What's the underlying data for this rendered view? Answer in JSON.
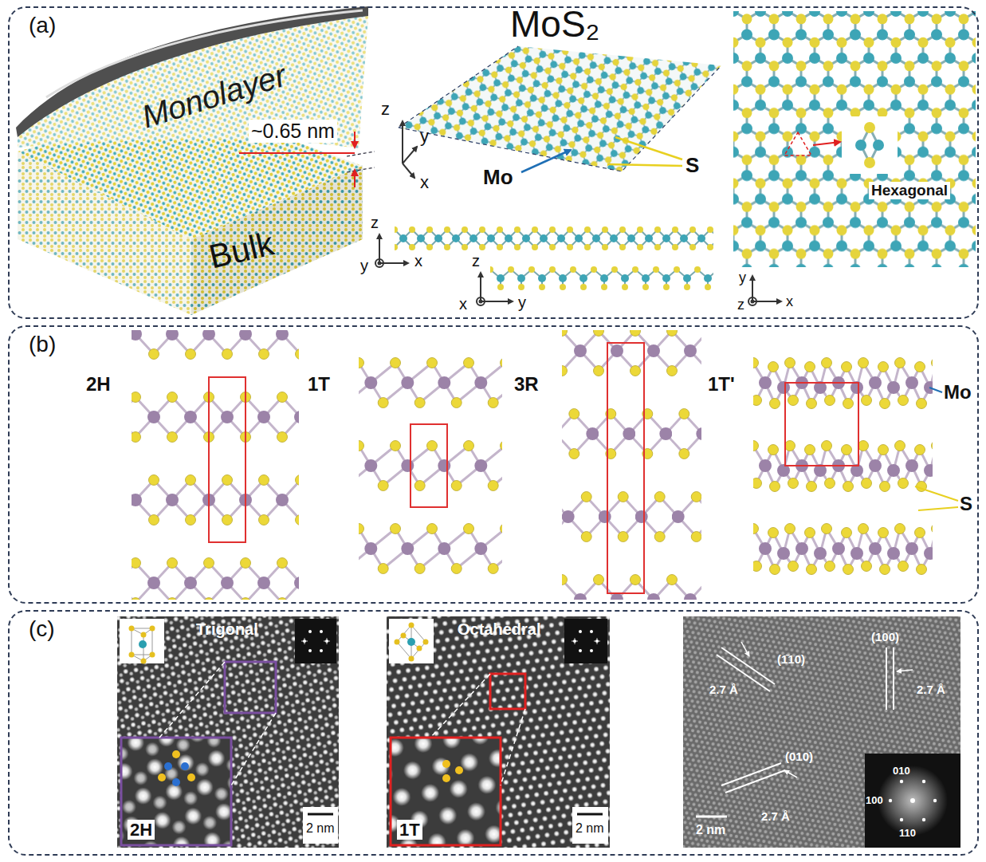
{
  "diagram": {
    "nodes": [
      {
        "text": [
          "(a)"
        ]
      },
      {
        "text": [
          "(b)"
        ]
      },
      {
        "text": [
          "(c)"
        ]
      }
    ],
    "labels": [
      "Monolayer",
      "~0.65 nm",
      "Bulk",
      "MoS₂",
      "z",
      "y",
      "x",
      "Mo",
      "S",
      "z",
      "y",
      "x",
      "z",
      "x",
      "y",
      "Hexagonal",
      "y",
      "z",
      "x",
      "2H",
      "1T",
      "3R",
      "1T'",
      "Mo",
      "S",
      "Trigonal",
      "Octahedral",
      "2H",
      "2 nm",
      "1T",
      "2 nm",
      "(1̄10)",
      "2.7 Å",
      "(100)",
      "2.7 Å",
      "(010)",
      "2.7 Å",
      "2 nm",
      "010",
      "100",
      "110"
    ]
  }
}
